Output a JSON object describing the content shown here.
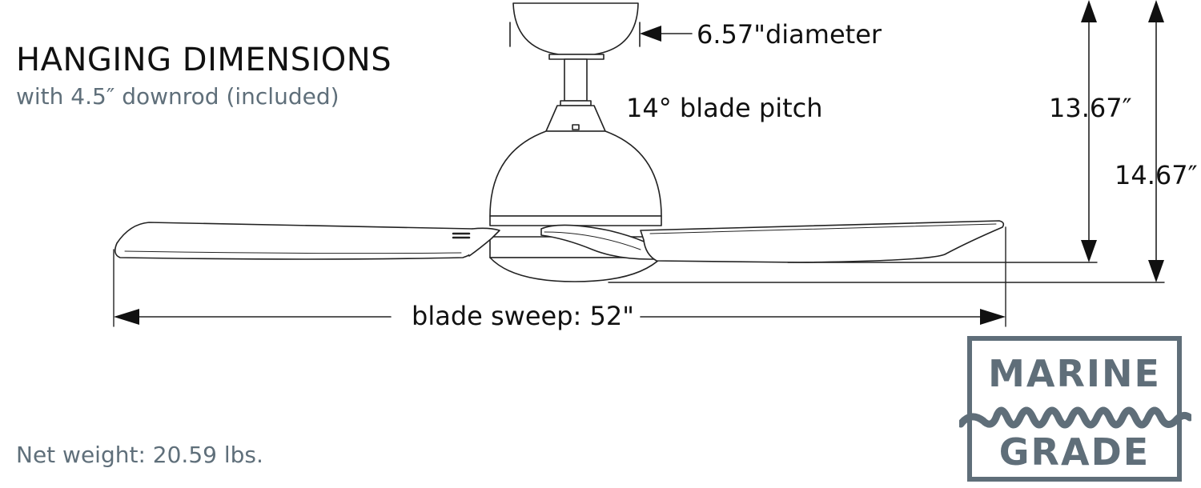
{
  "heading": {
    "title": "HANGING DIMENSIONS",
    "subtitle": "with 4.5″ downrod (included)"
  },
  "dimensions": {
    "canopy_diameter": "6.57\"diameter",
    "blade_pitch": "14° blade pitch",
    "height_to_blade": "13.67″",
    "height_to_light": "14.67″",
    "blade_sweep": "blade sweep: 52\""
  },
  "footer": {
    "net_weight": "Net weight: 20.59 lbs."
  },
  "badge": {
    "line1": "MARINE",
    "line2": "GRADE",
    "color": "#5f6e79"
  }
}
